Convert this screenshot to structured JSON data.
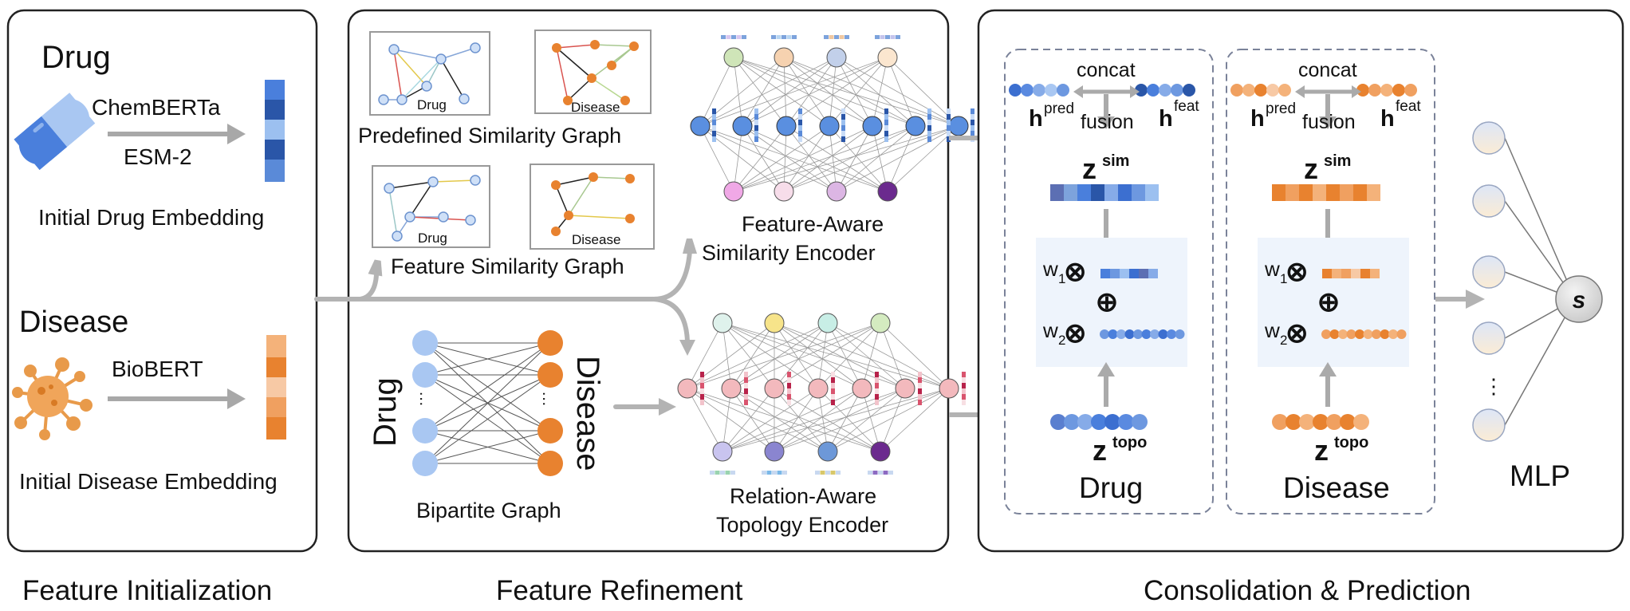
{
  "panel1": {
    "drug_title": "Drug",
    "chemberta": "ChemBERTa",
    "esm2": "ESM-2",
    "drug_embedding_label": "Initial Drug Embedding",
    "disease_title": "Disease",
    "biobert": "BioBERT",
    "disease_embedding_label": "Initial Disease Embedding",
    "caption": "Feature Initialization"
  },
  "panel2": {
    "predefined_graph_label": "Predefined Similarity Graph",
    "feature_graph_label": "Feature Similarity Graph",
    "graph_drug_tag": "Drug",
    "graph_disease_tag": "Disease",
    "sim_encoder_line1": "Feature-Aware",
    "sim_encoder_line2": "Similarity Encoder",
    "bipartite_drug": "Drug",
    "bipartite_disease": "Disease",
    "bipartite_label": "Bipartite Graph",
    "ellipsis": "…",
    "topo_encoder_line1": "Relation-Aware",
    "topo_encoder_line2": "Topology Encoder",
    "caption": "Feature Refinement"
  },
  "panel3": {
    "concat": "concat",
    "fusion": "fusion",
    "h": "h",
    "pred": "pred",
    "feat": "feat",
    "z": "z",
    "sim": "sim",
    "topo": "topo",
    "w": "w",
    "w1_sub": "1",
    "w2_sub": "2",
    "otimes": "⊗",
    "oplus": "⊕",
    "drug_label": "Drug",
    "disease_label": "Disease",
    "mlp_label": "MLP",
    "mlp_dots": "⋮",
    "output_node": "s",
    "caption": "Consolidation & Prediction"
  },
  "colors": {
    "drug_blue": "#4a7fdc",
    "light_blue": "#a9c7f2",
    "disease_orange": "#e8822f",
    "light_orange": "#f4b886",
    "arrow_gray": "#b3b3b3",
    "node_pink": "#f3b9bd",
    "purple": "#6b2a8e",
    "panel_bg": "#eef4fc"
  },
  "icons": {
    "drug_icon": "pill-capsule-icon",
    "disease_icon": "virus-icon"
  }
}
